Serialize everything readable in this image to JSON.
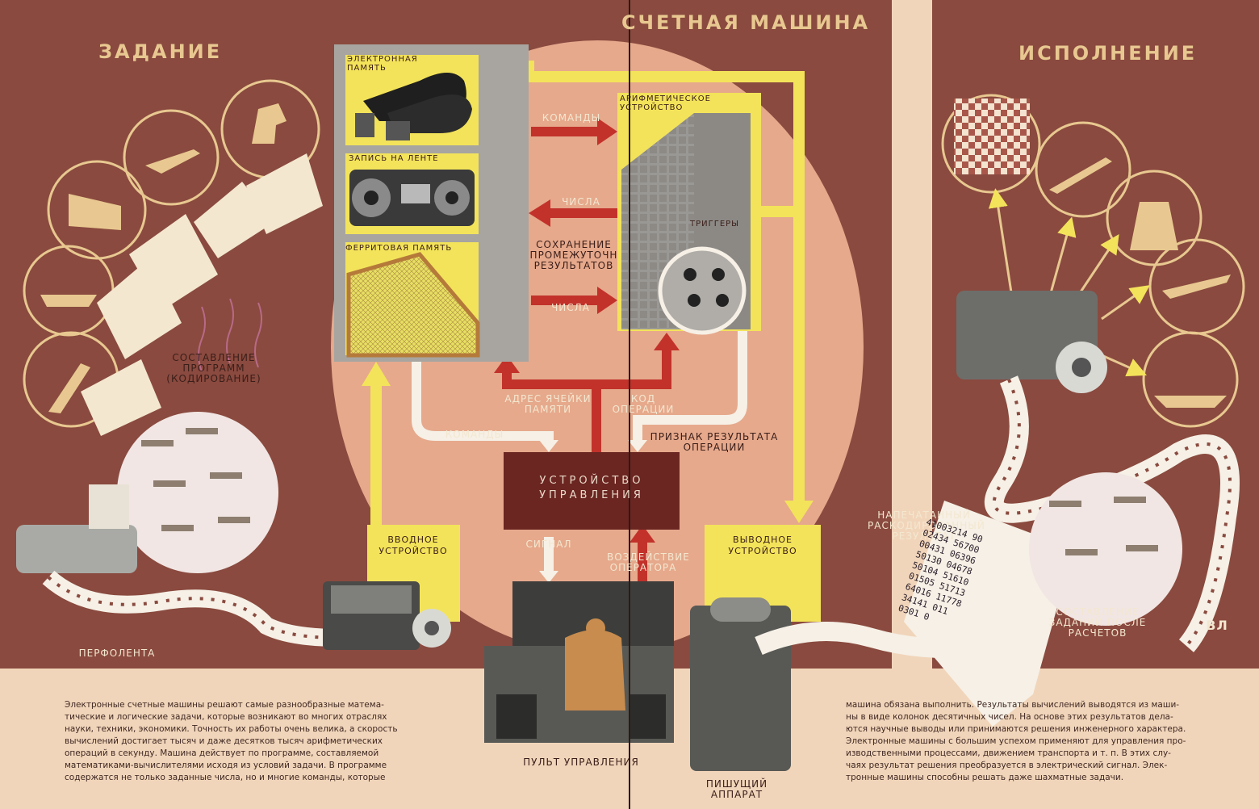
{
  "headings": {
    "task": "ЗАДАНИЕ",
    "machine": "СЧЕТНАЯ МАШИНА",
    "execution": "ИСПОЛНЕНИЕ"
  },
  "memory": {
    "electronic": "ЭЛЕКТРОННАЯ ПАМЯТЬ",
    "tape": "ЗАПИСЬ НА ЛЕНТЕ",
    "ferrite": "ФЕРРИТОВАЯ ПАМЯТЬ"
  },
  "arithmetic_unit": "АРИФМЕТИЧЕСКОЕ УСТРОЙСТВО",
  "triggers": "ТРИГГЕРЫ",
  "flows": {
    "commands_top": "КОМАНДЫ",
    "numbers_left": "ЧИСЛА",
    "storing_intermediate": "СОХРАНЕНИЕ ПРОМЕЖУТОЧН РЕЗУЛЬТАТОВ",
    "numbers_right": "ЧИСЛА",
    "cell_address": "АДРЕС ЯЧЕЙКИ ПАМЯТИ",
    "operation_code": "КОД ОПЕРАЦИИ",
    "commands_bottom": "КОМАНДЫ",
    "result_sign": "ПРИЗНАК РЕЗУЛЬТАТА ОПЕРАЦИИ",
    "signal": "СИГНАЛ",
    "operator_action": "ВОЗДЕЙСТВИЕ ОПЕРАТОРА"
  },
  "control_unit": "УСТРОЙСТВО УПРАВЛЕНИЯ",
  "input_device": "ВВОДНОЕ УСТРОЙСТВО",
  "output_device": "ВЫВОДНОЕ УСТРОЙСТВО",
  "labels": {
    "programming": "СОСТАВЛЕНИЕ ПРОГРАММ (КОДИРОВАНИЕ)",
    "punched_tape": "ПЕРФОЛЕНТА",
    "control_panel": "ПУЛЬТ УПРАВЛЕНИЯ",
    "printer": "ПИШУЩИЙ АППАРАТ",
    "printed_result": "НАПЕЧАТАННЫЙ РАСКОДИРОВАННЫЙ РЕЗУЛЬТАТ",
    "tasks_after": "СОСТАВЛЕНИЕ ЗАДАНИЙ ПОСЛЕ РАСЧЕТОВ",
    "signature": "ВЛ"
  },
  "printout_digits": [
    "41003214 90",
    "02434 56700",
    "00431 06396",
    "50130 04678",
    "50104 51610",
    "01505 51713",
    "64016 11778",
    "34141 011",
    "0301 0"
  ],
  "text_left": [
    "Электронные счетные машины решают самые разнообразные матема-",
    "тические и логические задачи, которые возникают во многих отраслях",
    "науки, техники, экономики. Точность их работы очень велика, а скорость",
    "вычислений достигает тысяч и даже десятков тысяч арифметических",
    "операций в секунду. Машина действует по программе, составляемой",
    "математиками-вычислителями исходя из условий задачи. В программе",
    "содержатся не только заданные числа, но и многие команды, которые"
  ],
  "text_right": [
    "машина обязана выполнить. Результаты вычислений выводятся из маши-",
    "ны в виде колонок десятичных чисел. На основе этих результатов дела-",
    "ются научные выводы или принимаются решения инженерного характера.",
    "Электронные машины с большим успехом применяют для управления про-",
    "изводственными процессами, движением транспорта и т. п. В этих слу-",
    "чаях результат решения преобразуется в электрический сигнал. Элек-",
    "тронные машины способны решать даже шахматные задачи."
  ],
  "colors": {
    "background": "#8a4a3f",
    "right_panel": "#f1d5ba",
    "center_disk": "#e6a98c",
    "yellow": "#f3e35a",
    "red_arrow": "#c2322b",
    "control_unit": "#6b2622",
    "gray_panel": "#a8a5a0",
    "cream_text": "#f3e7d0"
  }
}
